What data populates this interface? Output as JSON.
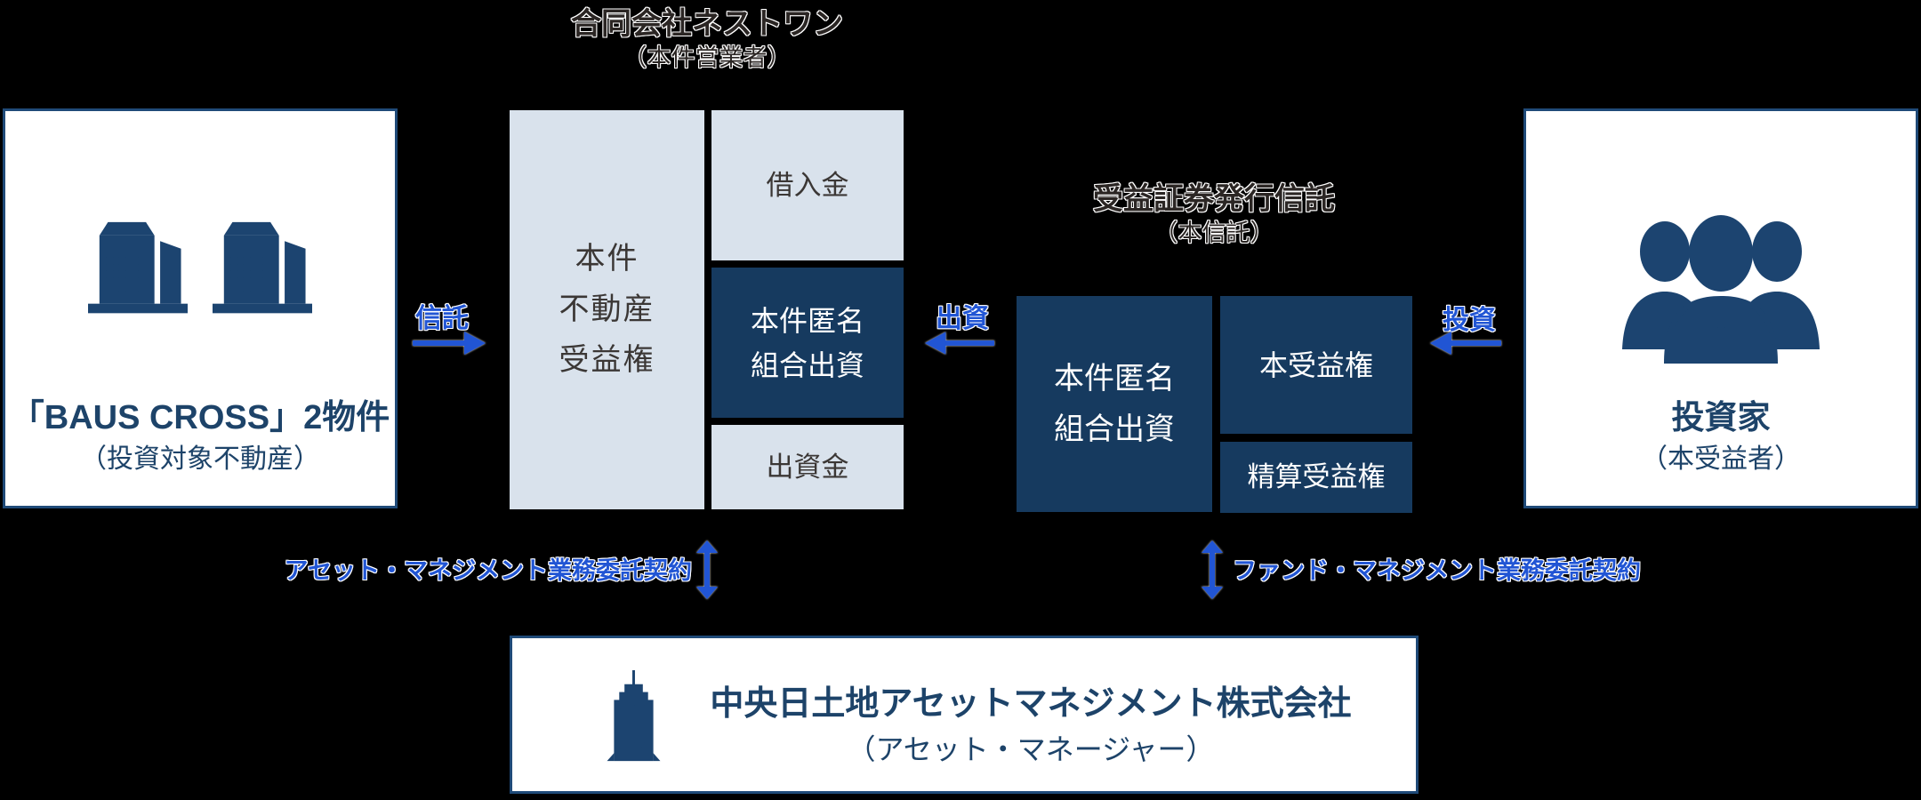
{
  "colors": {
    "background": "#000000",
    "box_border_navy": "#1f4a78",
    "navy_fill": "#163a5f",
    "light_fill": "#d9e2ec",
    "navy_text": "#1d4369",
    "accent_blue": "#2155d4",
    "dark_text": "#2b2624",
    "muted_dark_text": "#3b3735"
  },
  "operator": {
    "title": "合同会社ネストワン",
    "subtitle": "（本件営業者）"
  },
  "property_box": {
    "icon": "two-office-buildings-icon",
    "title": "「BAUS CROSS」2物件",
    "subtitle": "（投資対象不動産）"
  },
  "trust_beneficiary_column": {
    "lines": [
      "本件",
      "不動産",
      "受益権"
    ]
  },
  "capital_stack": {
    "loan": "借入金",
    "tk_lines": [
      "本件匿名",
      "組合出資"
    ],
    "equity": "出資金"
  },
  "issuance_trust": {
    "title": "受益証券発行信託",
    "subtitle": "（本信託）",
    "tk_lines": [
      "本件匿名",
      "組合出資"
    ],
    "beneficiary_right": "本受益権",
    "liquidation_right": "精算受益権"
  },
  "investor_box": {
    "icon": "investors-group-icon",
    "title": "投資家",
    "subtitle": "（本受益者）"
  },
  "flow_labels": {
    "trust": "信託",
    "contribution": "出資",
    "investment": "投資"
  },
  "contracts": {
    "asset_management": "アセット・マネジメント業務委託契約",
    "fund_management": "ファンド・マネジメント業務委託契約"
  },
  "manager_box": {
    "icon": "office-tower-icon",
    "title": "中央日土地アセットマネジメント株式会社",
    "subtitle": "（アセット・マネージャー）"
  }
}
